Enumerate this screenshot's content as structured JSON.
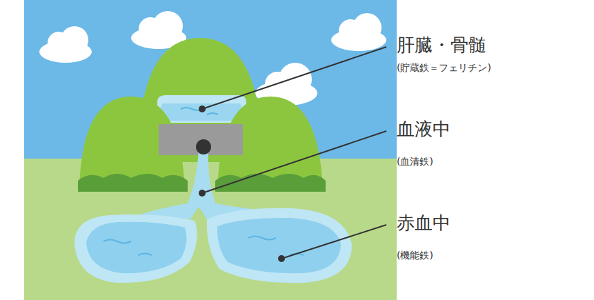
{
  "diagram": {
    "labels": [
      "肝臓・骨髄",
      "(貯蔵鉄＝フェリチン)",
      "血液中",
      "(血清鉄)",
      "赤血中",
      "(機能鉄)"
    ]
  }
}
